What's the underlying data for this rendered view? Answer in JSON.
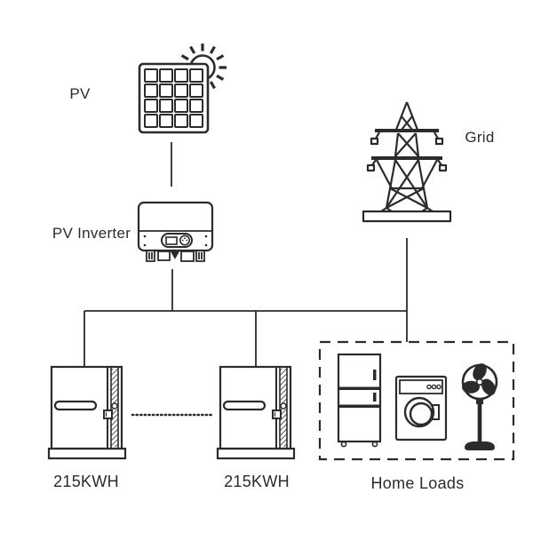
{
  "diagram": {
    "title": "PV energy storage system schematic",
    "labels": {
      "pv": "PV",
      "pv_inverter": "PV Inverter",
      "grid": "Grid",
      "battery1": "215KWH",
      "battery2": "215KWH",
      "home_loads": "Home Loads"
    },
    "icons": [
      {
        "name": "sun-icon",
        "meaning": "sunlight"
      },
      {
        "name": "solar-panel-icon",
        "meaning": "PV array"
      },
      {
        "name": "pv-inverter-icon",
        "meaning": "PV inverter unit"
      },
      {
        "name": "transmission-tower-icon",
        "meaning": "utility grid"
      },
      {
        "name": "battery-cabinet-icon",
        "meaning": "215KWH battery storage cabinet"
      },
      {
        "name": "fridge-icon",
        "meaning": "refrigerator load"
      },
      {
        "name": "washing-machine-icon",
        "meaning": "washing machine load"
      },
      {
        "name": "stand-fan-icon",
        "meaning": "stand fan load"
      }
    ],
    "colors": {
      "line": "#2b2b2b",
      "background": "#ffffff"
    }
  }
}
